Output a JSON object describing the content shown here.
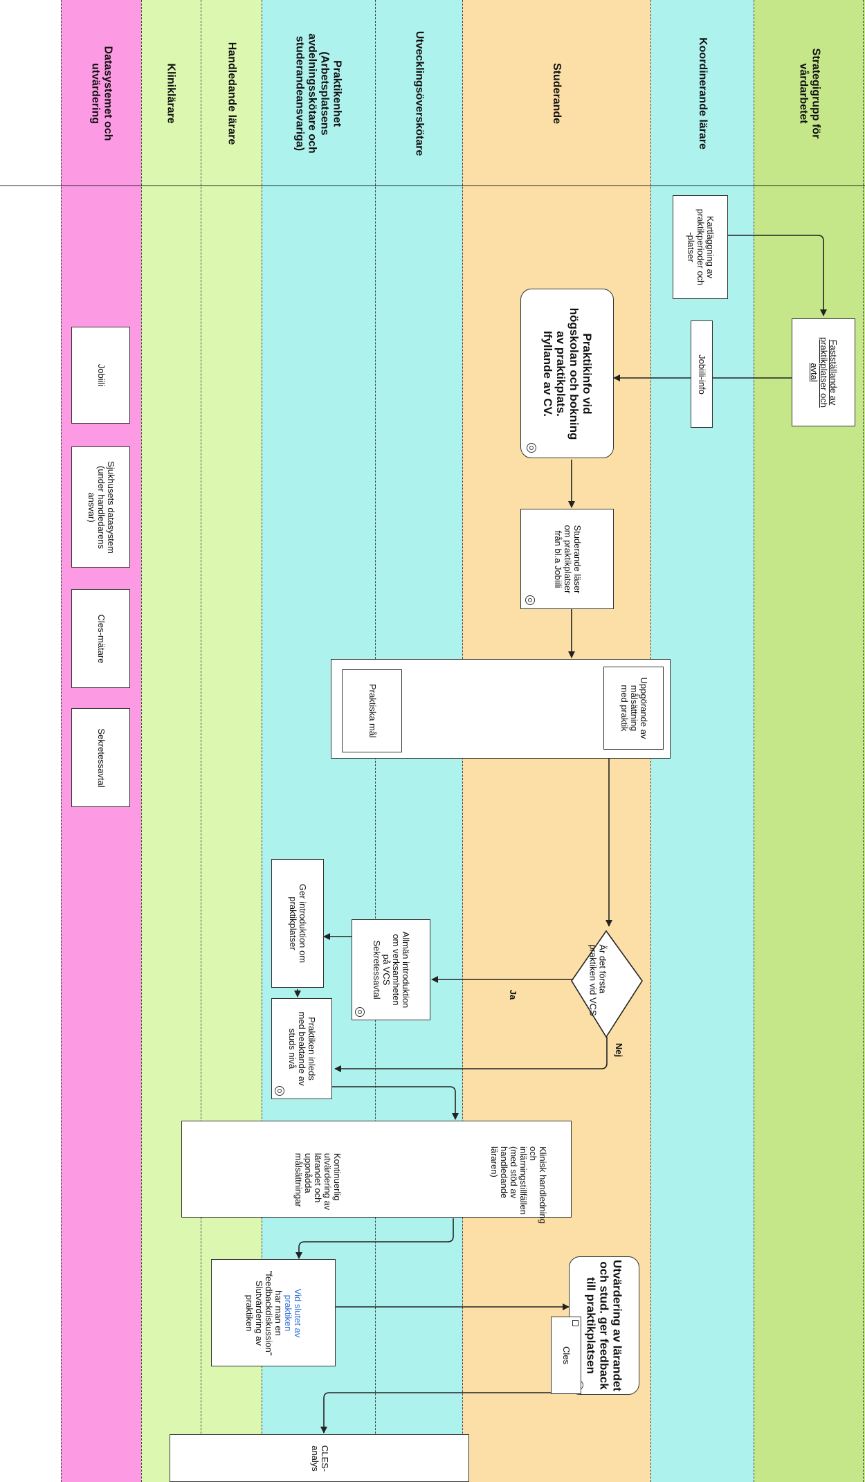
{
  "lanes": [
    {
      "id": "strategi",
      "label": "Strategigrupp för\nvårdarbetet",
      "color": "#c5e78a"
    },
    {
      "id": "koord",
      "label": "Koordinerande lärare",
      "color": "#aef2ee"
    },
    {
      "id": "stud",
      "label": "Studerande",
      "color": "#fbdfa6"
    },
    {
      "id": "utv",
      "label": "Utvecklingsöverskötare",
      "color": "#aef2ee"
    },
    {
      "id": "prakt",
      "label": "Praktikenhet\n(Arbetsplatsens\navdelningsskötare och\nstuderandeansvariga)",
      "color": "#aef2ee"
    },
    {
      "id": "handl",
      "label": "Handledande lärare",
      "color": "#dcf7b0"
    },
    {
      "id": "klin",
      "label": "Kliniklärare",
      "color": "#dcf7b0"
    },
    {
      "id": "data",
      "label": "Datasystemet och\nutvärdering",
      "color": "#fc9ae3"
    }
  ],
  "nodes": {
    "faststallande": "Fastställande av\npraktikplatser och\navtal",
    "kartlaggning": "Kartläggning av\npraktikperioder och\n-platser",
    "jobiiliinfo": "Jobiili-info",
    "praktikinfo": "Praktikinfo vid\nhögskolan och bokning\nav praktikplats.\nIfyllande av CV.",
    "studlaser": "Studerande läser\nom praktikplatser\nfrån bl.a Jobiili",
    "uppgorande": "Uppgörande av\nmålsättning\nmed praktik",
    "praktiska_mal": "Praktiska mål",
    "forsta_praktik": "Är det första\npraktiken vid VCS",
    "allman_intro": "Allmän introduktion\nom verksamheten\npå VCS\nSekretessavtal",
    "ger_intro": "Ger introduktion om\npraktikplatser",
    "praktiken_inleds": "Praktiken inleds\nmed beaktande av\nstuds nivå",
    "klinisk_handledning": "Klinisk handledning\noch\ninlärningstillfällen\n(med stöd av\nhandledande\nläraren)",
    "kontinuerlig": "Kontinuerlig\nutvärdering av\nlärandet och\nuppnådda\nmålsättningar",
    "utvardering": "Utvärdering av lärandet\noch stud. ger feedback\ntill praktikplatsen",
    "cles": "Cles",
    "vid_slutet_highlight": "Vid slutet av\npraktiken",
    "vid_slutet": "har man en\n\"feedbackdiskussion\"\nSlutvärdering av\npraktiken",
    "cles_analys": "CLES-\nanalys",
    "jobiili": "Jobiili",
    "sjukhusets": "Sjukhusets datasystem\n(under handledarens\nansvar)",
    "cles_matare": "Cles-mätare",
    "sekretessavtal": "Sekretessavtal"
  },
  "edge_labels": {
    "ja": "Ja",
    "nej": "Nej"
  },
  "colors": {
    "highlight_text": "#2f6fd6"
  }
}
